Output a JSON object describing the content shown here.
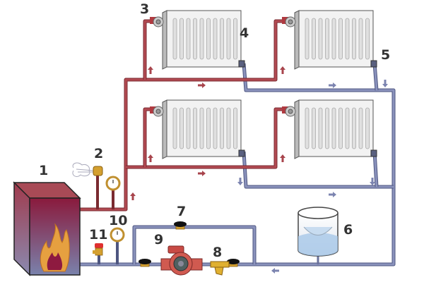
{
  "labels": {
    "boiler": "1",
    "air_vent": "2",
    "thermostatic_valve": "3",
    "radiator": "4",
    "return_valve": "5",
    "expansion_tank": "6",
    "bypass_valve": "7",
    "filter": "8",
    "pump": "9",
    "manometer": "10",
    "safety_valve": "11"
  },
  "colors": {
    "supply_pipe": "#a8444c",
    "return_pipe": "#7c84b0",
    "boiler": "#8e2040",
    "flame": "#e6a040",
    "pump": "#d0504a",
    "brass": "#d4a030"
  }
}
